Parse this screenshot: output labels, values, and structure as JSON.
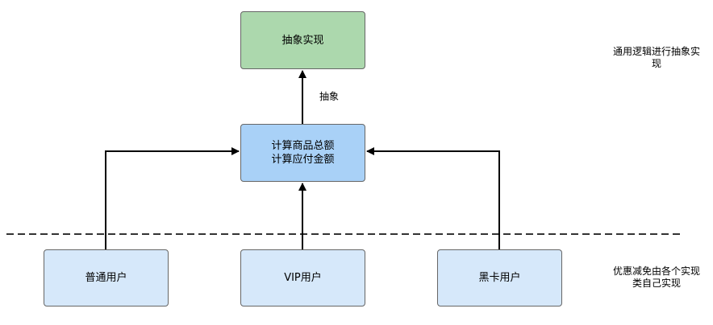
{
  "nodes": {
    "abstract_impl": "抽象实现",
    "calc_line1": "计算商品总额",
    "calc_line2": "计算应付金额",
    "normal_user": "普通用户",
    "vip_user": "VIP用户",
    "black_card_user": "黑卡用户"
  },
  "edge_labels": {
    "abstract": "抽象"
  },
  "notes": {
    "top_line1": "通用逻辑进行抽象实",
    "top_line2": "现",
    "bottom_line1": "优惠减免由各个实现",
    "bottom_line2": "类自己实现"
  },
  "colors": {
    "abstract_fill": "#acd8ad",
    "calc_fill": "#a9d1f7",
    "user_fill": "#d6e8fa"
  }
}
